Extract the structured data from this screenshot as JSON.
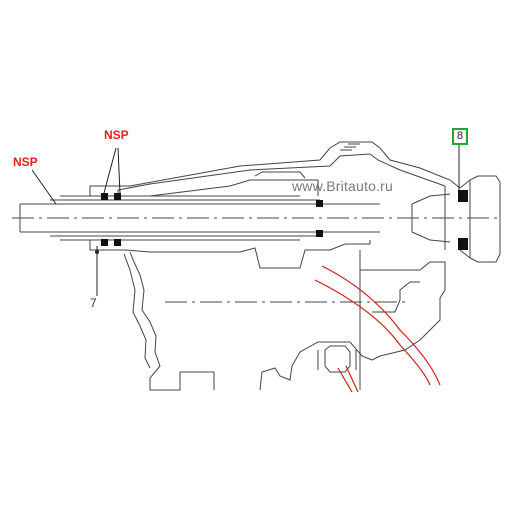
{
  "labels": {
    "nsp_left": "NSP",
    "nsp_top": "NSP",
    "callout_7": "7",
    "callout_8": "8"
  },
  "watermark": "www.Britauto.ru",
  "colors": {
    "outline": "#444444",
    "nsp": "#e8201e",
    "callout_7": "#2a3a8c",
    "callout_8_border": "#22a52c",
    "cut_lines": "#d21c1c",
    "watermark": "#7a7a7a"
  }
}
